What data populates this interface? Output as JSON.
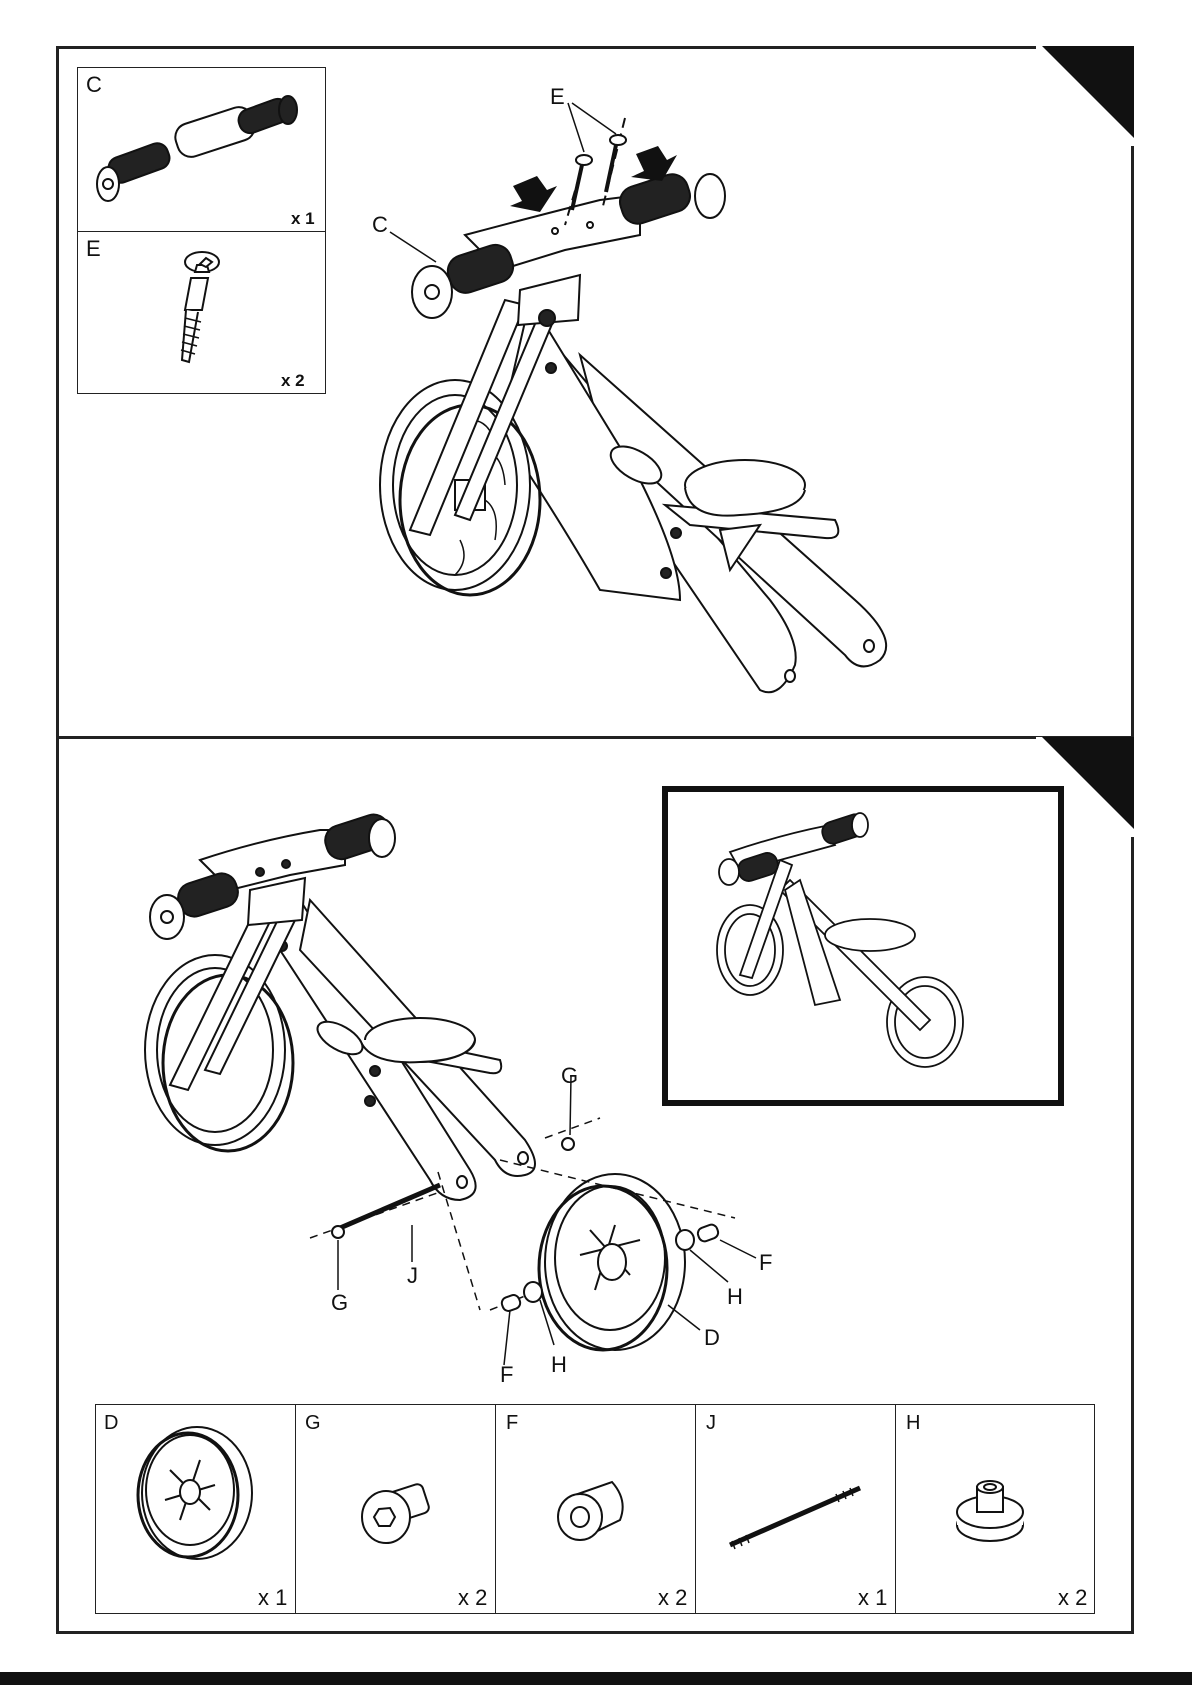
{
  "step1": {
    "parts": [
      {
        "label": "C",
        "qty": "x 1"
      },
      {
        "label": "E",
        "qty": "x 2"
      }
    ],
    "callouts": {
      "e": "E",
      "c": "C"
    }
  },
  "step2": {
    "callouts": {
      "g_top": "G",
      "g_left": "G",
      "j": "J",
      "f_right": "F",
      "h_right": "H",
      "d": "D",
      "h_bottom": "H",
      "f_bottom": "F"
    },
    "parts": [
      {
        "label": "D",
        "qty": "x 1"
      },
      {
        "label": "G",
        "qty": "x 2"
      },
      {
        "label": "F",
        "qty": "x 2"
      },
      {
        "label": "J",
        "qty": "x 1"
      },
      {
        "label": "H",
        "qty": "x 2"
      }
    ]
  },
  "colors": {
    "ink": "#111111",
    "paper": "#ffffff"
  },
  "icons": [
    "wheel-icon",
    "bolt-icon",
    "spacer-icon",
    "axle-rod-icon",
    "bushing-icon",
    "handlebar-icon",
    "screw-icon",
    "arrow-down-icon"
  ]
}
